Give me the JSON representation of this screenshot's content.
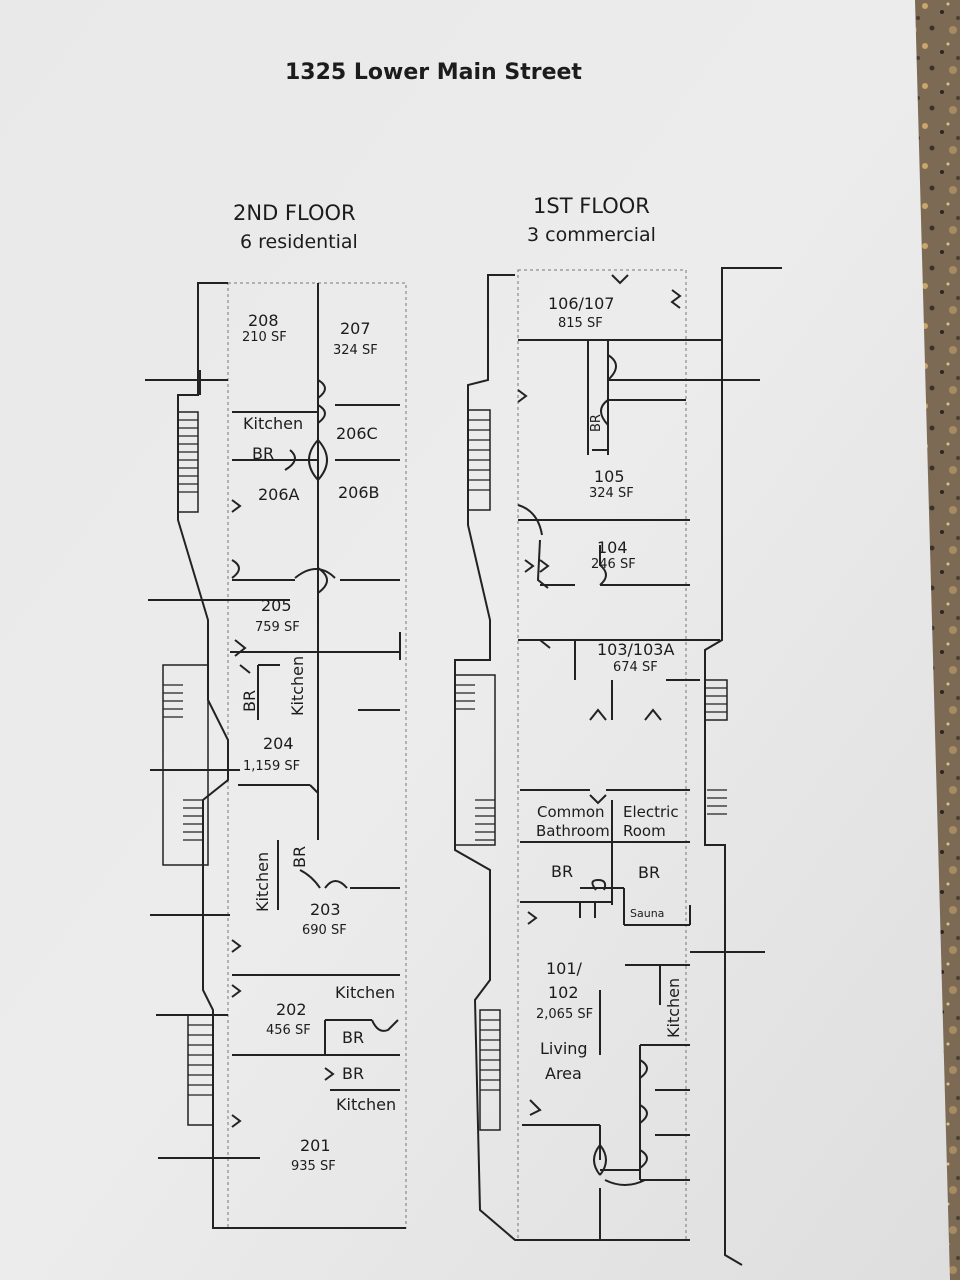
{
  "title": "1325 Lower Main Street",
  "floors": {
    "second": {
      "heading": "2ND FLOOR",
      "subheading": "6 residential",
      "labels": {
        "u208": "208",
        "u208_sf": "210 SF",
        "u207": "207",
        "u207_sf": "324 SF",
        "kitchen1": "Kitchen",
        "br1": "BR",
        "u206c": "206C",
        "u206a": "206A",
        "u206b": "206B",
        "u205": "205",
        "u205_sf": "759 SF",
        "br2": "BR",
        "kitchen2": "Kitchen",
        "u204": "204",
        "u204_sf": "1,159 SF",
        "kitchen3": "Kitchen",
        "br3": "BR",
        "u203": "203",
        "u203_sf": "690 SF",
        "kitchen4": "Kitchen",
        "u202": "202",
        "u202_sf": "456 SF",
        "br4": "BR",
        "br5": "BR",
        "kitchen5": "Kitchen",
        "u201": "201",
        "u201_sf": "935 SF"
      }
    },
    "first": {
      "heading": "1ST FLOOR",
      "subheading": "3 commercial",
      "labels": {
        "u106": "106/107",
        "u106_sf": "815 SF",
        "br1": "BR",
        "u105": "105",
        "u105_sf": "324 SF",
        "u104": "104",
        "u104_sf": "246 SF",
        "u103": "103/103A",
        "u103_sf": "674 SF",
        "common1": "Common",
        "common2": "Bathroom",
        "electric1": "Electric",
        "electric2": "Room",
        "br2": "BR",
        "br3": "BR",
        "sauna": "Sauna",
        "u101a": "101/",
        "u101b": "102",
        "u101_sf": "2,065 SF",
        "living1": "Living",
        "living2": "Area",
        "kitchen": "Kitchen"
      }
    }
  }
}
